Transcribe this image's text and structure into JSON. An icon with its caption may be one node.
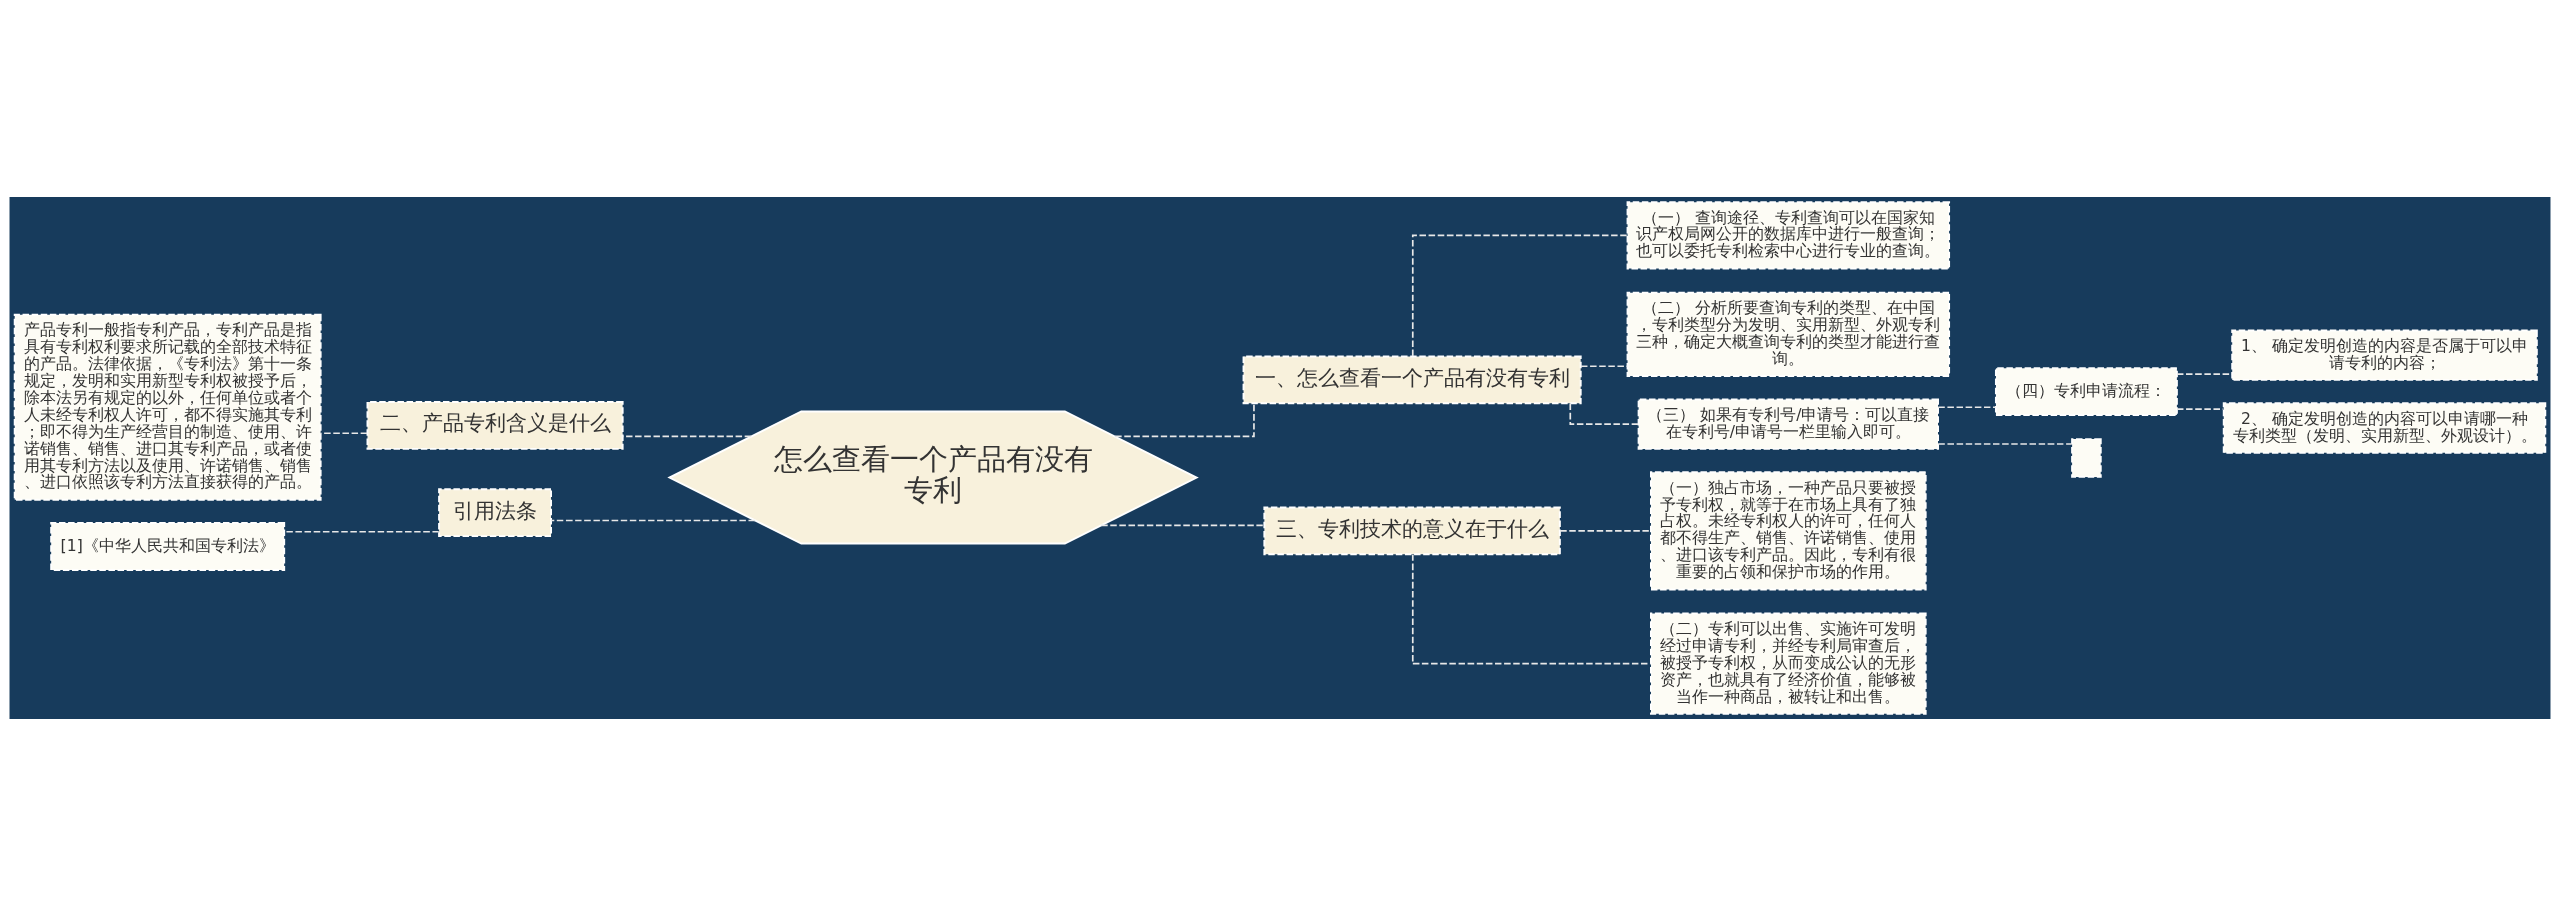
{
  "diagram": {
    "nodes": [
      {
        "text": [
          "怎么查看一个产品有没有专利"
        ]
      },
      {
        "text": [
          "一、怎么查看一个产品有没有专利"
        ]
      },
      {
        "text": [
          "（一） 查询途径、专利查询可以在国家知识产权局网公开的数据库中进行一般查询；也可以委托专利检索中心进行专业的查询。"
        ]
      },
      {
        "text": [
          "（二） 分析所要查询专利的类型、在中国，专利类型分为发明、实用新型、外观专利三种，确定大概查询专利的类型才能进行查询。"
        ]
      },
      {
        "text": [
          "（三） 如果有专利号/申请号：可以直接在专利号/申请号一栏里输入即可。"
        ]
      },
      {
        "text": [
          "（四）专利申请流程："
        ]
      },
      {
        "text": [
          "1、 确定发明创造的内容是否属于可以申请专利的内容；"
        ]
      },
      {
        "text": [
          "2、 确定发明创造的内容可以申请哪一种专利类型（发明、实用新型、外观设计）。"
        ]
      },
      {
        "text": [],
        "shape": "box"
      },
      {
        "text": [
          "三、专利技术的意义在于什么"
        ]
      },
      {
        "text": [
          "（一）独占市场，一种产品只要被授予专利权，就等于在市场上具有了独占权。未经专利权人的许可，任何人都不得生产、销售、许诺销售、使用、进口该专利产品。因此，专利有很重要的占领和保护市场的作用。"
        ]
      },
      {
        "text": [
          "（二）专利可以出售、实施许可发明经过申请专利，并经专利局审查后，被授予专利权，从而变成公认的无形资产，也就具有了经济价值，能够被当作一种商品，被转让和出售。"
        ]
      },
      {
        "text": [
          "二、产品专利含义是什么"
        ]
      },
      {
        "text": [
          "产品专利一般指专利产品，专利产品是指具有专利权利要求所记载的全部技术特征的产品。法律依据，《专利法》第十一条规定，发明和实用新型专利权被授予后，除本法另有规定的以外，任何单位或者个人未经专利权人许可，都不得实施其专利；即不得为生产经营目的制造、使用、许诺销售、销售、进口其专利产品，或者使用其专利方法以及使用、许诺销售、销售、进口依照该专利方法直接获得的产品。"
        ]
      },
      {
        "text": [
          "引用法条"
        ]
      },
      {
        "text": [
          "[1]《中华人民共和国专利法》"
        ]
      }
    ],
    "edges": [
      {
        "from": 0,
        "to": 1,
        "arrow": "none",
        "style": "dashed"
      },
      {
        "from": 1,
        "to": 2,
        "arrow": "none",
        "style": "dashed"
      },
      {
        "from": 1,
        "to": 3,
        "arrow": "none",
        "style": "dashed"
      },
      {
        "from": 1,
        "to": 4,
        "arrow": "none",
        "style": "dashed"
      },
      {
        "from": 4,
        "to": 5,
        "arrow": "none",
        "style": "dashed"
      },
      {
        "from": 5,
        "to": 6,
        "arrow": "none",
        "style": "dashed"
      },
      {
        "from": 5,
        "to": 7,
        "arrow": "none",
        "style": "dashed"
      },
      {
        "from": 4,
        "to": 8,
        "arrow": "none",
        "style": "dashed"
      },
      {
        "from": 0,
        "to": 9,
        "arrow": "none",
        "style": "dashed"
      },
      {
        "from": 9,
        "to": 10,
        "arrow": "none",
        "style": "dashed"
      },
      {
        "from": 9,
        "to": 11,
        "arrow": "none",
        "style": "dashed"
      },
      {
        "from": 0,
        "to": 12,
        "arrow": "none",
        "style": "dashed"
      },
      {
        "from": 12,
        "to": 13,
        "arrow": "none",
        "style": "dashed"
      },
      {
        "from": 0,
        "to": 14,
        "arrow": "none",
        "style": "dashed"
      },
      {
        "from": 14,
        "to": 15,
        "arrow": "none",
        "style": "dashed"
      }
    ]
  }
}
